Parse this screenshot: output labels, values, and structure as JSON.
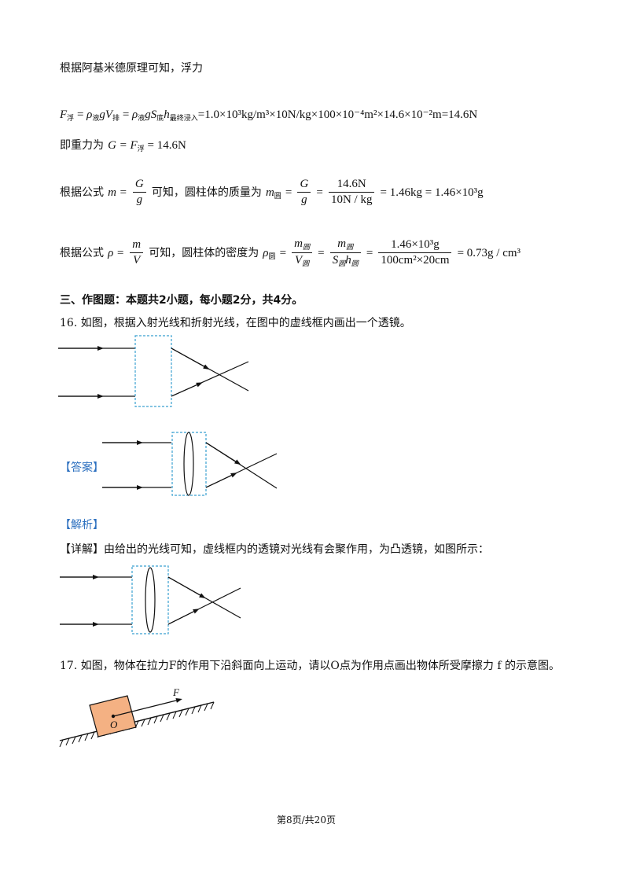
{
  "intro_text": "根据阿基米德原理可知，浮力",
  "buoyancy": {
    "F_sym": "F",
    "F_sub": "浮",
    "rho1": "ρ",
    "rho1_sub": "液",
    "gV": "gV",
    "V_sub": "排",
    "rho2": "ρ",
    "rho2_sub": "液",
    "gS": "gS",
    "S_sub": "底",
    "h": "h",
    "h_sub": "最终浸入",
    "rhs": "=1.0×10³kg/m³×10N/kg×100×10⁻⁴m²×14.6×10⁻²m=14.6N"
  },
  "gravity": {
    "prefix": "即重力为",
    "expr_G": "G = F",
    "expr_sub": "浮",
    "value": " = 14.6N"
  },
  "mass": {
    "prefix": "根据公式",
    "lhs": "m =",
    "num": "G",
    "den": "g",
    "middle": "可知，圆柱体的质量为",
    "m": "m",
    "m_sub": "圆",
    "num2": "G",
    "den2": "g",
    "num3": "14.6N",
    "den3": "10N / kg",
    "result": "= 1.46kg = 1.46×10³g"
  },
  "density": {
    "prefix": "根据公式",
    "lhs": "ρ =",
    "num": "m",
    "den": "V",
    "middle": "可知，圆柱体的密度为",
    "rho": "ρ",
    "rho_sub": "圆",
    "num2": "m",
    "num2_sub": "圆",
    "den2": "V",
    "den2_sub": "圆",
    "num3": "m",
    "num3_sub": "圆",
    "den3a": "S",
    "den3a_sub": "圆",
    "den3b": "h",
    "den3b_sub": "圆",
    "num4": "1.46×10³g",
    "den4": "100cm²×20cm",
    "result": "= 0.73g / cm³"
  },
  "section3_title": "三、作图题：本题共2小题，每小题2分，共4分。",
  "q16": "16. 如图，根据入射光线和折射光线，在图中的虚线框内画出一个透镜。",
  "answer_label": "【答案】",
  "analysis_label": "【解析】",
  "detail_label": "【详解】",
  "detail_text": "由给出的光线可知，虚线框内的透镜对光线有会聚作用，为凸透镜，如图所示：",
  "q17": "17. 如图，物体在拉力F的作用下沿斜面向上运动，请以O点为作用点画出物体所受摩擦力 f 的示意图。",
  "fig17_F": "F",
  "fig17_O": "O",
  "footer": "第8页/共20页",
  "colors": {
    "accent_blue": "#2b6fbf",
    "dashed_box": "#3aa0d0",
    "block_fill": "#f4b183"
  }
}
